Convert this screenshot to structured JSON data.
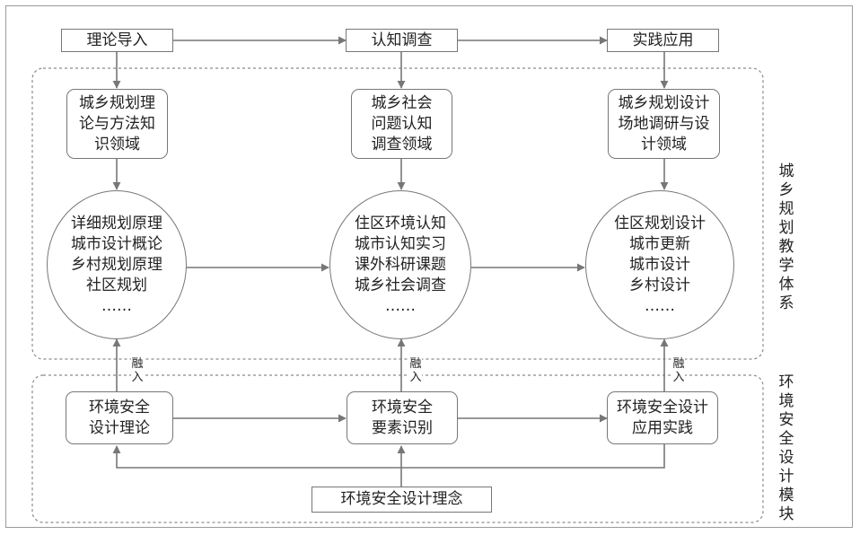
{
  "top_row": [
    "理论导入",
    "认知调查",
    "实践应用"
  ],
  "domains": [
    [
      "城乡规划理",
      "论与方法知",
      "识领域"
    ],
    [
      "城乡社会",
      "问题认知",
      "调查领域"
    ],
    [
      "城乡规划设计",
      "场地调研与设",
      "计领域"
    ]
  ],
  "circles": [
    [
      "详细规划原理",
      "城市设计概论",
      "乡村规划原理",
      "社区规划",
      "……"
    ],
    [
      "住区环境认知",
      "城市认知实习",
      "课外科研课题",
      "城乡社会调查",
      "……"
    ],
    [
      "住区规划设计",
      "城市更新",
      "城市设计",
      "乡村设计",
      "……"
    ]
  ],
  "merge_label": "融入",
  "safety_boxes": [
    [
      "环境安全",
      "设计理论"
    ],
    [
      "环境安全",
      "要素识别"
    ],
    [
      "环境安全设计",
      "应用实践"
    ]
  ],
  "concept": "环境安全设计理念",
  "side_labels": {
    "teaching_system": "城乡规划教学体系",
    "safety_module": "环境安全设计模块"
  },
  "colors": {
    "line": "#777777",
    "dashed": "#8a8a8a",
    "text": "#222222"
  }
}
